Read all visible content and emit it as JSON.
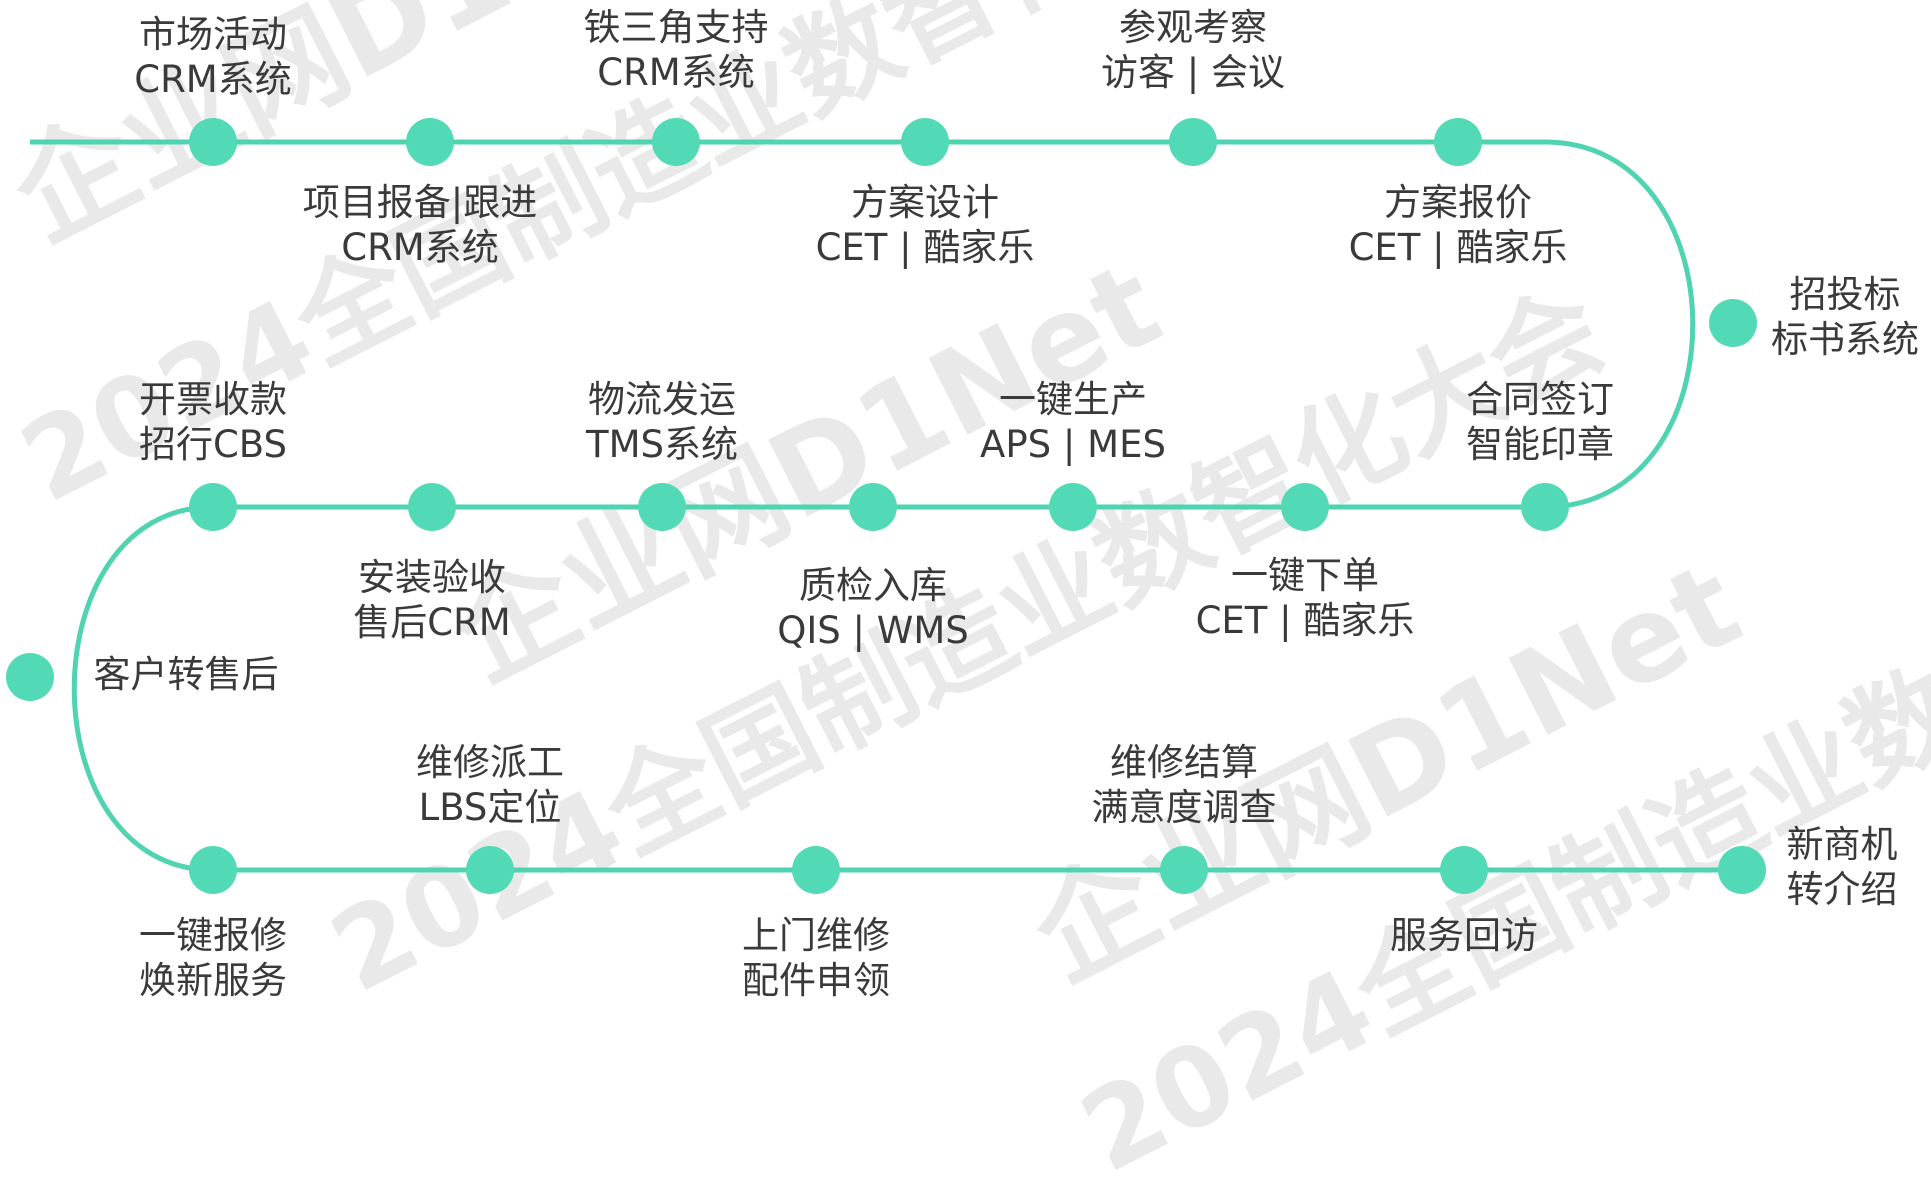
{
  "watermark": {
    "text": "2024全国制造业数智化大会",
    "logo": "企业网D1Net"
  },
  "colors": {
    "track": "#4fd3b0",
    "dot": "#52d9b5",
    "label": "#3a3a3a"
  },
  "steps": [
    {
      "id": "market",
      "row": 1,
      "lines": [
        "市场活动",
        "CRM系统"
      ]
    },
    {
      "id": "project",
      "row": 1,
      "lines": [
        "项目报备|跟进",
        "CRM系统"
      ]
    },
    {
      "id": "iron",
      "row": 1,
      "lines": [
        "铁三角支持",
        "CRM系统"
      ]
    },
    {
      "id": "design",
      "row": 1,
      "lines": [
        "方案设计",
        "CET | 酷家乐"
      ]
    },
    {
      "id": "visit",
      "row": 1,
      "lines": [
        "参观考察",
        "访客 | 会议"
      ]
    },
    {
      "id": "quote",
      "row": 1,
      "lines": [
        "方案报价",
        "CET | 酷家乐"
      ]
    },
    {
      "id": "bid",
      "row": 0,
      "lines": [
        "招投标",
        "标书系统"
      ]
    },
    {
      "id": "contract",
      "row": 2,
      "lines": [
        "合同签订",
        "智能印章"
      ]
    },
    {
      "id": "order",
      "row": 2,
      "lines": [
        "一键下单",
        "CET | 酷家乐"
      ]
    },
    {
      "id": "produce",
      "row": 2,
      "lines": [
        "一键生产",
        "APS | MES"
      ]
    },
    {
      "id": "qc",
      "row": 2,
      "lines": [
        "质检入库",
        "QIS | WMS"
      ]
    },
    {
      "id": "ship",
      "row": 2,
      "lines": [
        "物流发运",
        "TMS系统"
      ]
    },
    {
      "id": "install",
      "row": 2,
      "lines": [
        "安装验收",
        "售后CRM"
      ]
    },
    {
      "id": "invoice",
      "row": 2,
      "lines": [
        "开票收款",
        "招行CBS"
      ]
    },
    {
      "id": "aftersales",
      "row": 0,
      "lines": [
        "客户转售后"
      ]
    },
    {
      "id": "repair",
      "row": 3,
      "lines": [
        "一键报修",
        "焕新服务"
      ]
    },
    {
      "id": "dispatch",
      "row": 3,
      "lines": [
        "维修派工",
        "LBS定位"
      ]
    },
    {
      "id": "onsite",
      "row": 3,
      "lines": [
        "上门维修",
        "配件申领"
      ]
    },
    {
      "id": "settle",
      "row": 3,
      "lines": [
        "维修结算",
        "满意度调查"
      ]
    },
    {
      "id": "revisit",
      "row": 3,
      "lines": [
        "服务回访"
      ]
    },
    {
      "id": "newbiz",
      "row": 3,
      "lines": [
        "新商机",
        "转介绍"
      ]
    }
  ]
}
